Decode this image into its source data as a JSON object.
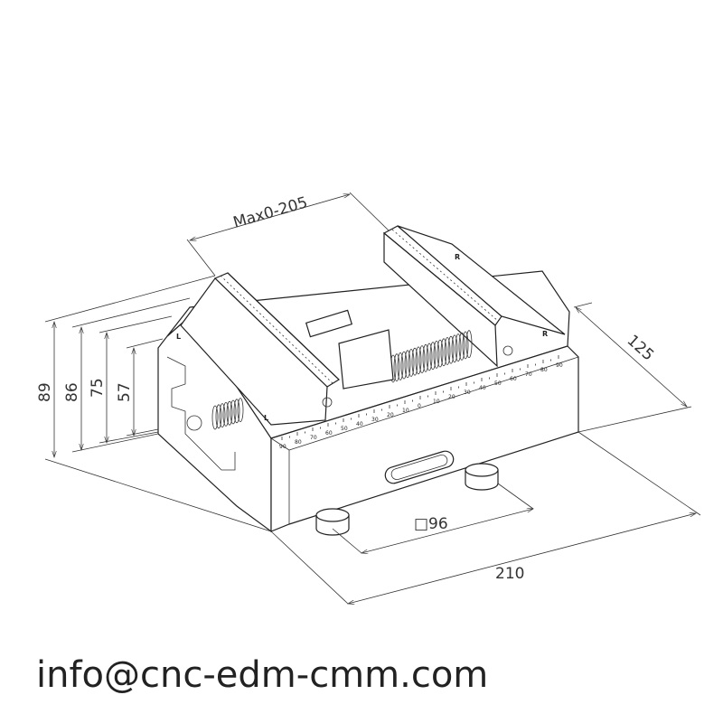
{
  "drawing": {
    "dimensions": {
      "jaw_opening": "Max0-205",
      "depth": "125",
      "width": "210",
      "pattern": "□96",
      "height_total": "89",
      "height_2": "86",
      "height_3": "75",
      "height_4": "57"
    },
    "jaw_labels": {
      "left": "L",
      "right": "R"
    },
    "scale_labels": [
      "90",
      "80",
      "70",
      "60",
      "50",
      "40",
      "30",
      "20",
      "10",
      "0",
      "10",
      "20",
      "30",
      "40",
      "50",
      "60",
      "70",
      "80",
      "90"
    ],
    "watermark": "info@cnc-edm-cmm.com"
  }
}
